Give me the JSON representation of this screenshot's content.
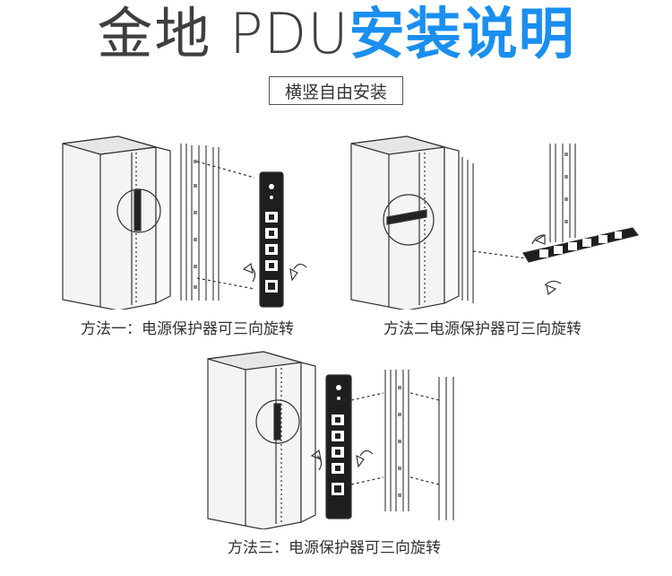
{
  "header": {
    "title_brand": "金地",
    "title_pdu": "PDU",
    "title_highlight": "安装说明",
    "highlight_color": "#1a8ff0"
  },
  "subtitle": "横竖自由安装",
  "methods": [
    {
      "caption": "方法一：电源保护器可三向旋转"
    },
    {
      "caption": "方法二电源保护器可三向旋转"
    },
    {
      "caption": "方法三：电源保护器可三向旋转"
    }
  ]
}
